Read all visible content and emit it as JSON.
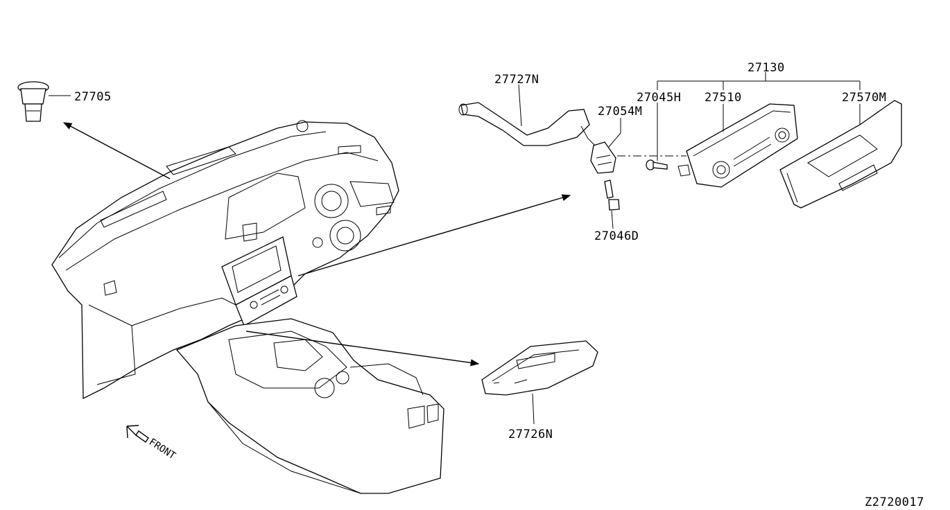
{
  "diagram_id": "Z2720017",
  "front_label": "FRONT",
  "parts": {
    "p27705": "27705",
    "p27727N": "27727N",
    "p27054M": "27054M",
    "p27046D": "27046D",
    "p27130": "27130",
    "p27045H": "27045H",
    "p27510": "27510",
    "p27570M": "27570M",
    "p27726N": "27726N"
  }
}
